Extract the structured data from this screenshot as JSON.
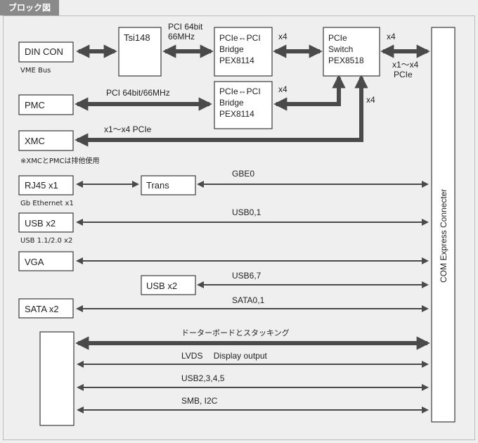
{
  "title": "ブロック図",
  "blocks": {
    "din": "DIN CON",
    "tsi": "Tsi148",
    "bridge1": [
      "PCIe⇔PCI",
      "Bridge",
      "PEX8114"
    ],
    "switch": [
      "PCIe",
      "Switch",
      "PEX8518"
    ],
    "pmc": "PMC",
    "bridge2": [
      "PCIe⇔PCI",
      "Bridge",
      "PEX8114"
    ],
    "xmc": "XMC",
    "rj45": "RJ45 x1",
    "trans": "Trans",
    "usb_a": "USB x2",
    "vga": "VGA",
    "usb_b": "USB x2",
    "sata": "SATA x2",
    "com": "COM Express Connecter"
  },
  "labels": {
    "vme": "VME Bus",
    "pci1": [
      "PCI 64bit",
      "66MHz"
    ],
    "x4_a": "x4",
    "x4_b": "x4",
    "x4_c": "x4",
    "x4_d": "x4",
    "sw_com": [
      "x1～x4",
      "PCIe"
    ],
    "pmc_bus": "PCI 64bit/66MHz",
    "xmc_bus": "x1～x4 PCIe",
    "note": "※XMCとPMCは排他使用",
    "gbe_caption": "Gb Ethernet x1",
    "gbe": "GBE0",
    "usb01": "USB0,1",
    "usb_caption": "USB 1.1/2.0 x2",
    "usb67": "USB6,7",
    "sata01": "SATA0,1",
    "stack": "ドーターボードとスタッキング",
    "lvds": "LVDS　 Display output",
    "usb2345": "USB2,3,4,5",
    "smb": "SMB, I2C"
  }
}
